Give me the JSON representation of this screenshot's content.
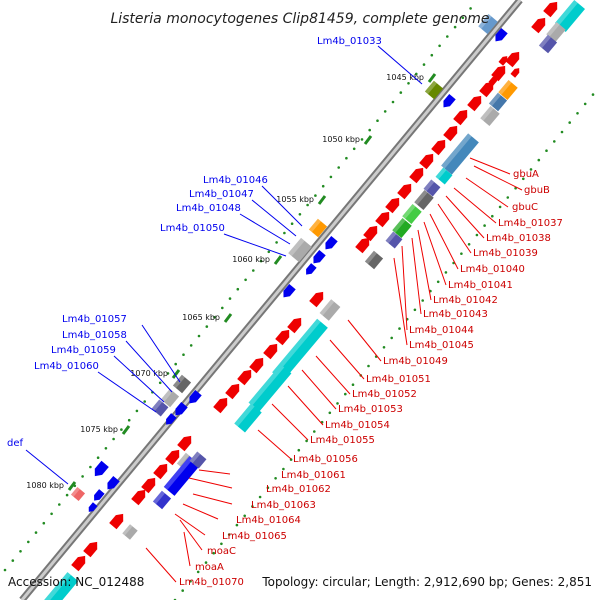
{
  "title": "Listeria monocytogenes Clip81459, complete genome",
  "footer": {
    "accession": "Accession: NC_012488",
    "topology": "Topology: circular; Length: 2,912,690 bp; Genes: 2,851"
  },
  "ticks": [
    "1045 kbp",
    "1050 kbp",
    "1055 kbp",
    "1060 kbp",
    "1065 kbp",
    "1070 kbp",
    "1075 kbp",
    "1080 kbp"
  ],
  "blue_labels": [
    "Lm4b_01033",
    "Lm4b_01046",
    "Lm4b_01047",
    "Lm4b_01048",
    "Lm4b_01050",
    "Lm4b_01057",
    "Lm4b_01058",
    "Lm4b_01059",
    "Lm4b_01060",
    "def"
  ],
  "red_labels": [
    "gbuA",
    "gbuB",
    "gbuC",
    "Lm4b_01037",
    "Lm4b_01038",
    "Lm4b_01039",
    "Lm4b_01040",
    "Lm4b_01041",
    "Lm4b_01042",
    "Lm4b_01043",
    "Lm4b_01044",
    "Lm4b_01045",
    "Lm4b_01049",
    "Lm4b_01051",
    "Lm4b_01052",
    "Lm4b_01053",
    "Lm4b_01054",
    "Lm4b_01055",
    "Lm4b_01056",
    "Lm4b_01061",
    "Lm4b_01062",
    "Lm4b_01063",
    "Lm4b_01064",
    "Lm4b_01065",
    "moaC",
    "moaA",
    "Lm4b_01070"
  ],
  "colors": {
    "forward_strand": "#ee0000",
    "reverse_strand": "#0000ee",
    "backbone": "#888888",
    "tick_mark": "#228b22",
    "cog_cyan": "#00cccc",
    "cog_gray": "#aaaaaa",
    "cog_slate": "#5555aa",
    "cog_orange": "#ff9900",
    "cog_olive": "#668800",
    "cog_green": "#44cc44"
  }
}
